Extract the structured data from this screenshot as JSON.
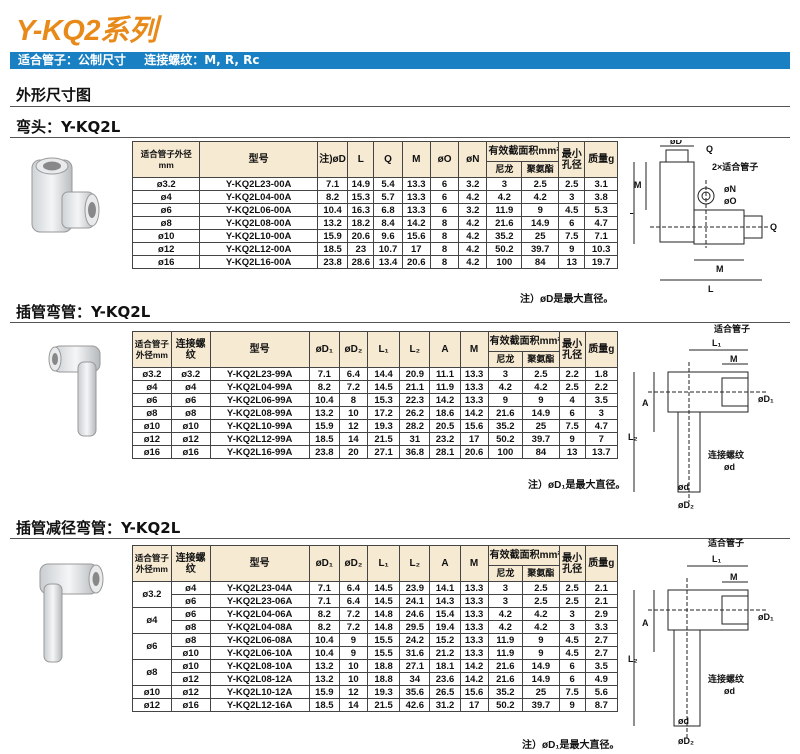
{
  "header": {
    "title": "Y-KQ2系列",
    "band_items": [
      "适合管子：公制尺寸",
      "连接螺纹：M, R, Rc"
    ]
  },
  "outline_heading": "外形尺寸图",
  "section1": {
    "title": "弯头：Y-KQ2L",
    "headers": {
      "tube": "适合管子外径mm",
      "model": "型号",
      "d1": "注)øD",
      "L": "L",
      "Q": "Q",
      "M": "M",
      "O": "øO",
      "N": "øN",
      "area": "有效截面积mm²",
      "nylon": "尼龙",
      "urethane": "聚氨酯",
      "bore": "最小孔径",
      "mass": "质量g"
    },
    "rows": [
      [
        "ø3.2",
        "Y-KQ2L23-00A",
        "7.1",
        "14.9",
        "5.4",
        "13.3",
        "6",
        "3.2",
        "3",
        "2.5",
        "2.5",
        "3.1"
      ],
      [
        "ø4",
        "Y-KQ2L04-00A",
        "8.2",
        "15.3",
        "5.7",
        "13.3",
        "6",
        "4.2",
        "4.2",
        "4.2",
        "3",
        "3.8"
      ],
      [
        "ø6",
        "Y-KQ2L06-00A",
        "10.4",
        "16.3",
        "6.8",
        "13.3",
        "6",
        "3.2",
        "11.9",
        "9",
        "4.5",
        "5.3"
      ],
      [
        "ø8",
        "Y-KQ2L08-00A",
        "13.2",
        "18.2",
        "8.4",
        "14.2",
        "8",
        "4.2",
        "21.6",
        "14.9",
        "6",
        "4.7"
      ],
      [
        "ø10",
        "Y-KQ2L10-00A",
        "15.9",
        "20.6",
        "9.6",
        "15.6",
        "8",
        "4.2",
        "35.2",
        "25",
        "7.5",
        "7.1"
      ],
      [
        "ø12",
        "Y-KQ2L12-00A",
        "18.5",
        "23",
        "10.7",
        "17",
        "8",
        "4.2",
        "50.2",
        "39.7",
        "9",
        "10.3"
      ],
      [
        "ø16",
        "Y-KQ2L16-00A",
        "23.8",
        "28.6",
        "13.4",
        "20.6",
        "8",
        "4.2",
        "100",
        "84",
        "13",
        "19.7"
      ]
    ],
    "note": "注）øD是最大直径。",
    "drawing_labels": [
      "øD",
      "Q",
      "2×适合管子",
      "M",
      "L",
      "øN",
      "øO",
      "Q",
      "M",
      "L"
    ]
  },
  "section2": {
    "title": "插管弯管：Y-KQ2L",
    "headers": {
      "tube": "适合管子外径mm",
      "thread": "连接螺纹",
      "model": "型号",
      "d1": "øD₁",
      "d2": "øD₂",
      "L1": "L₁",
      "L2": "L₂",
      "A": "A",
      "M": "M",
      "area": "有效截面积mm²",
      "nylon": "尼龙",
      "urethane": "聚氨酯",
      "bore": "最小孔径",
      "mass": "质量g"
    },
    "rows": [
      [
        "ø3.2",
        "ø3.2",
        "Y-KQ2L23-99A",
        "7.1",
        "6.4",
        "14.4",
        "20.9",
        "11.1",
        "13.3",
        "3",
        "2.5",
        "2.2",
        "1.8"
      ],
      [
        "ø4",
        "ø4",
        "Y-KQ2L04-99A",
        "8.2",
        "7.2",
        "14.5",
        "21.1",
        "11.9",
        "13.3",
        "4.2",
        "4.2",
        "2.5",
        "2.2"
      ],
      [
        "ø6",
        "ø6",
        "Y-KQ2L06-99A",
        "10.4",
        "8",
        "15.3",
        "22.3",
        "14.2",
        "13.3",
        "9",
        "9",
        "4",
        "3.5"
      ],
      [
        "ø8",
        "ø8",
        "Y-KQ2L08-99A",
        "13.2",
        "10",
        "17.2",
        "26.2",
        "18.6",
        "14.2",
        "21.6",
        "14.9",
        "6",
        "3"
      ],
      [
        "ø10",
        "ø10",
        "Y-KQ2L10-99A",
        "15.9",
        "12",
        "19.3",
        "28.2",
        "20.5",
        "15.6",
        "35.2",
        "25",
        "7.5",
        "4.7"
      ],
      [
        "ø12",
        "ø12",
        "Y-KQ2L12-99A",
        "18.5",
        "14",
        "21.5",
        "31",
        "23.2",
        "17",
        "50.2",
        "39.7",
        "9",
        "7"
      ],
      [
        "ø16",
        "ø16",
        "Y-KQ2L16-99A",
        "23.8",
        "20",
        "27.1",
        "36.8",
        "28.1",
        "20.6",
        "100",
        "84",
        "13",
        "13.7"
      ]
    ],
    "note": "注）øD₁是最大直径。",
    "drawing_labels": [
      "适合管子",
      "L₁",
      "M",
      "A",
      "L₂",
      "øD₁",
      "连接螺纹",
      "ød",
      "ød",
      "øD₂"
    ]
  },
  "section3": {
    "title": "插管减径弯管：Y-KQ2L",
    "headers": {
      "tube": "适合管子外径mm",
      "thread": "连接螺纹",
      "model": "型号",
      "d1": "øD₁",
      "d2": "øD₂",
      "L1": "L₁",
      "L2": "L₂",
      "A": "A",
      "M": "M",
      "area": "有效截面积mm²",
      "nylon": "尼龙",
      "urethane": "聚氨酯",
      "bore": "最小孔径",
      "mass": "质量g"
    },
    "rows": [
      [
        "ø3.2",
        "ø4",
        "Y-KQ2L23-04A",
        "7.1",
        "6.4",
        "14.5",
        "23.9",
        "14.1",
        "13.3",
        "3",
        "2.5",
        "2.5",
        "2.1"
      ],
      [
        "",
        "ø6",
        "Y-KQ2L23-06A",
        "7.1",
        "6.4",
        "14.5",
        "24.1",
        "14.3",
        "13.3",
        "3",
        "2.5",
        "2.5",
        "2.1"
      ],
      [
        "ø4",
        "ø6",
        "Y-KQ2L04-06A",
        "8.2",
        "7.2",
        "14.8",
        "24.6",
        "15.4",
        "13.3",
        "4.2",
        "4.2",
        "3",
        "2.9"
      ],
      [
        "",
        "ø8",
        "Y-KQ2L04-08A",
        "8.2",
        "7.2",
        "14.8",
        "29.5",
        "19.4",
        "13.3",
        "4.2",
        "4.2",
        "3",
        "3.3"
      ],
      [
        "ø6",
        "ø8",
        "Y-KQ2L06-08A",
        "10.4",
        "9",
        "15.5",
        "24.2",
        "15.2",
        "13.3",
        "11.9",
        "9",
        "4.5",
        "2.7"
      ],
      [
        "",
        "ø10",
        "Y-KQ2L06-10A",
        "10.4",
        "9",
        "15.5",
        "31.6",
        "21.2",
        "13.3",
        "11.9",
        "9",
        "4.5",
        "2.7"
      ],
      [
        "ø8",
        "ø10",
        "Y-KQ2L08-10A",
        "13.2",
        "10",
        "18.8",
        "27.1",
        "18.1",
        "14.2",
        "21.6",
        "14.9",
        "6",
        "3.5"
      ],
      [
        "",
        "ø12",
        "Y-KQ2L08-12A",
        "13.2",
        "10",
        "18.8",
        "34",
        "23.6",
        "14.2",
        "21.6",
        "14.9",
        "6",
        "4.9"
      ],
      [
        "ø10",
        "ø12",
        "Y-KQ2L10-12A",
        "15.9",
        "12",
        "19.3",
        "35.6",
        "26.5",
        "15.6",
        "35.2",
        "25",
        "7.5",
        "5.6"
      ],
      [
        "ø12",
        "ø16",
        "Y-KQ2L12-16A",
        "18.5",
        "14",
        "21.5",
        "42.6",
        "31.2",
        "17",
        "50.2",
        "39.7",
        "9",
        "8.7"
      ]
    ],
    "note": "注）øD₁是最大直径。",
    "drawing_labels": [
      "适合管子",
      "L₁",
      "M",
      "A",
      "L₂",
      "øD₁",
      "连接螺纹",
      "ød",
      "ød",
      "øD₂"
    ]
  }
}
